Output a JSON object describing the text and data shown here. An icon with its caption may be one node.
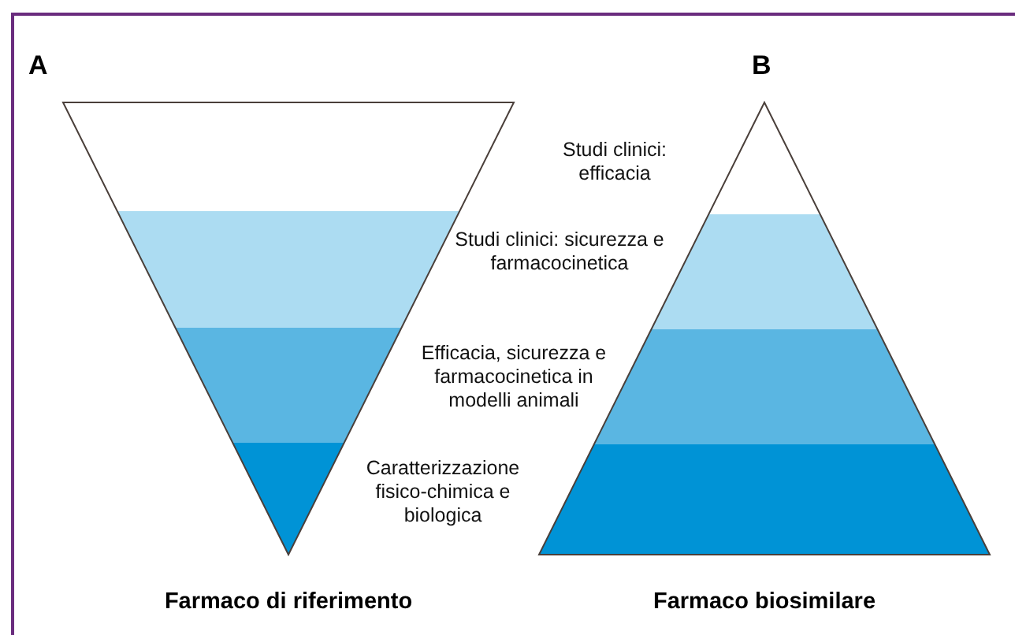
{
  "diagram": {
    "nodes": [
      {
        "text": [
          "A",
          "Farmaco di riferimento"
        ]
      },
      {
        "text": [
          "B",
          "Farmaco biosimilare"
        ]
      }
    ],
    "labels": [
      "Studi clinici: efficacia",
      "Studi clinici: sicurezza e farmacocinetica",
      "Efficacia, sicurezza e farmacocinetica in modelli animali",
      "Caratterizzazione fisico-chimica e biologica"
    ]
  }
}
